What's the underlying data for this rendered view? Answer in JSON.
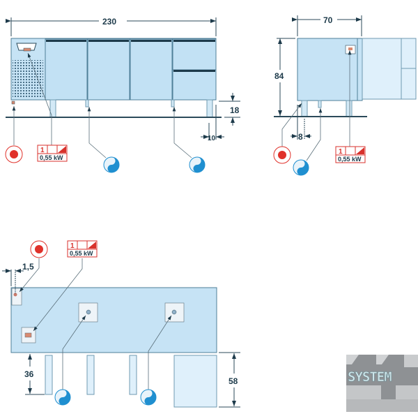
{
  "front_view": {
    "width_dim": "230",
    "leg_height_dim": "18",
    "leg_offset_dim": "10"
  },
  "side_view": {
    "depth_dim": "70",
    "height_dim": "84",
    "drain_offset_dim": "8"
  },
  "top_view": {
    "edge_offset_dim": "1,5",
    "leg_depth_dim": "36",
    "drawer_depth_dim": "58"
  },
  "power_label": {
    "phase": "1",
    "power": "0,55 kW"
  },
  "logo": {
    "text": "SYSTEM"
  },
  "colors": {
    "body": "#c6e3f5",
    "drain_red": "#e0312a",
    "water_blue": "#1f8fd0"
  }
}
